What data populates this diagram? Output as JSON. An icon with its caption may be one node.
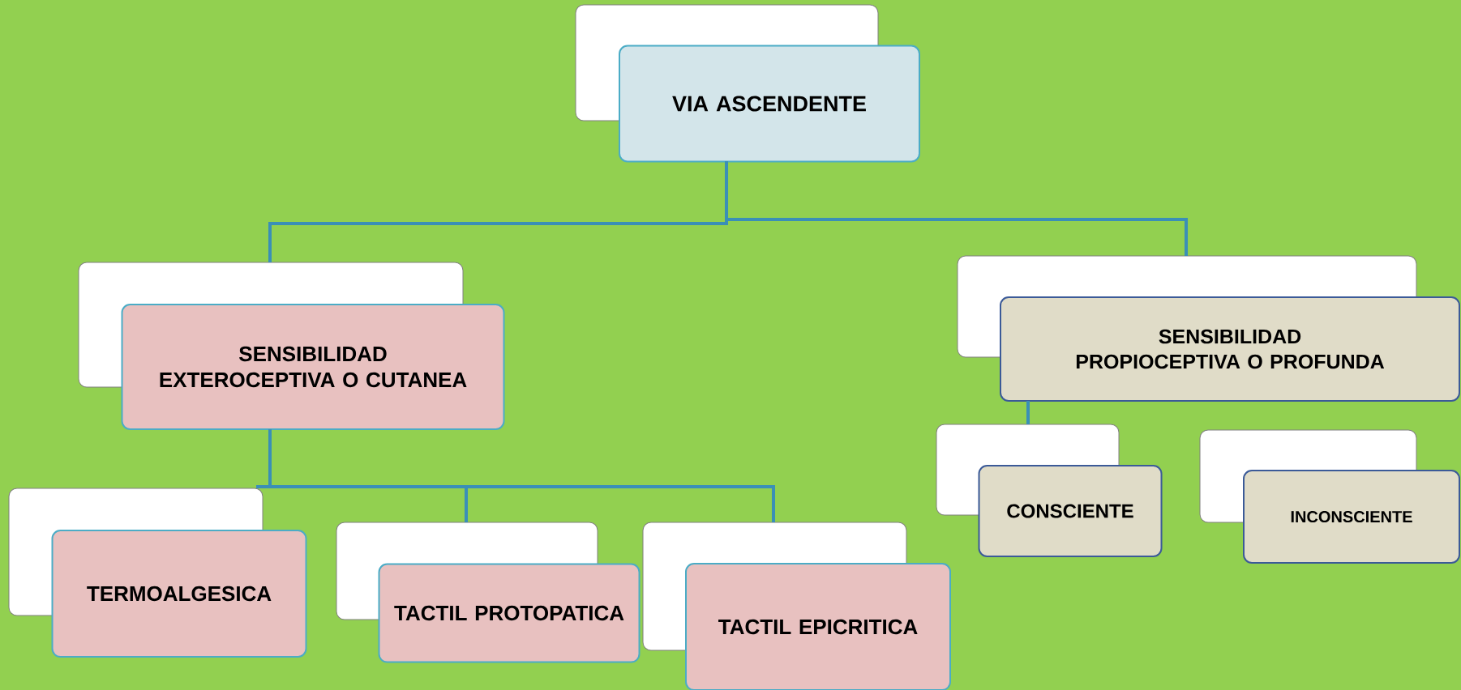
{
  "diagram": {
    "nodes": [
      {
        "text": [
          "VIA ASCENDENTE"
        ]
      },
      {
        "text": [
          "SENSIBILIDAD EXTEROCEPTIVA O CUTANEA"
        ]
      },
      {
        "text": [
          "SENSIBILIDAD PROPIOCEPTIVA O PROFUNDA"
        ]
      },
      {
        "text": [
          "TERMOALGESICA"
        ]
      },
      {
        "text": [
          "TACTIL PROTOPATICA"
        ]
      },
      {
        "text": [
          "TACTIL EPICRITICA"
        ]
      },
      {
        "text": [
          "CONSCIENTE"
        ]
      },
      {
        "text": [
          "INCONSCIENTE"
        ]
      }
    ],
    "edges": [
      {
        "from": 0,
        "to": 1,
        "arrow": "none"
      },
      {
        "from": 0,
        "to": 2,
        "arrow": "none"
      },
      {
        "from": 1,
        "to": 3,
        "arrow": "none"
      },
      {
        "from": 1,
        "to": 4,
        "arrow": "none"
      },
      {
        "from": 1,
        "to": 5,
        "arrow": "none"
      },
      {
        "from": 2,
        "to": 6,
        "arrow": "none"
      }
    ]
  }
}
